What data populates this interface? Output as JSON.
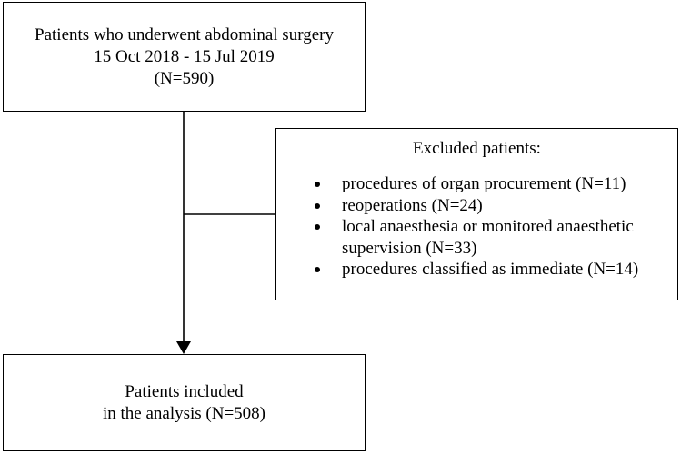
{
  "top_box": {
    "line1": "Patients who underwent abdominal surgery",
    "line2": "15 Oct 2018 - 15 Jul 2019",
    "line3": "(N=590)"
  },
  "excluded_box": {
    "title": "Excluded patients:",
    "items": [
      {
        "line1": "procedures of organ procurement (N=11)",
        "line2": ""
      },
      {
        "line1": "reoperations (N=24)",
        "line2": ""
      },
      {
        "line1": "local anaesthesia or monitored anaesthetic",
        "line2": "supervision (N=33)"
      },
      {
        "line1": "procedures classified as immediate (N=14)",
        "line2": ""
      }
    ]
  },
  "bottom_box": {
    "line1": "Patients included",
    "line2": "in the analysis (N=508)"
  }
}
